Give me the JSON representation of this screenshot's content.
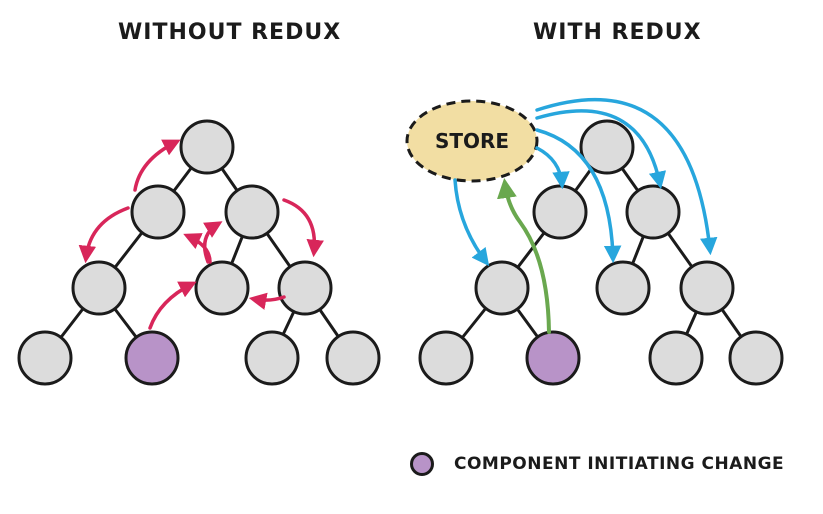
{
  "titles": {
    "left": "WITHOUT REDUX",
    "right": "WITH REDUX"
  },
  "store": {
    "label": "STORE"
  },
  "legend": {
    "label": "COMPONENT INITIATING CHANGE"
  },
  "colors": {
    "node_fill": "#dcdcdc",
    "initiator_fill": "#b893c8",
    "store_fill": "#f2dea3",
    "outline": "#1b1b1b",
    "red_arrow": "#d8265a",
    "blue_arrow": "#27a6dd",
    "green_arrow": "#6aa84f"
  }
}
